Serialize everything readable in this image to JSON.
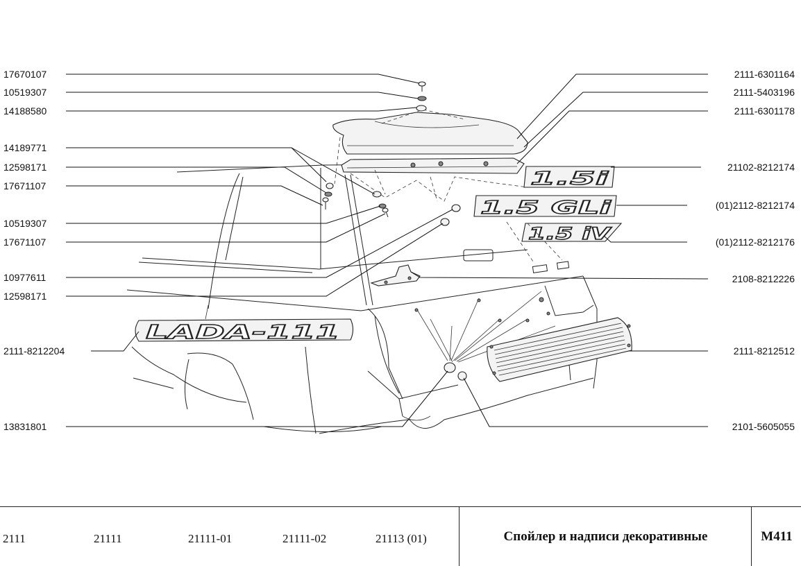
{
  "left_labels": [
    "17670107",
    "10519307",
    "14188580",
    "14189771",
    "12598171",
    "17671107",
    "10519307",
    "17671107",
    "10977611",
    "12598171",
    "2111-8212204",
    "13831801"
  ],
  "right_labels": [
    "2111-6301164",
    "2111-5403196",
    "2111-6301178",
    "21102-8212174",
    "(01)2112-8212174",
    "(01)2112-8212176",
    "2108-8212226",
    "2111-8212512",
    "2101-5605055"
  ],
  "badges": {
    "lada": "LADA-111",
    "b1": "1.5i",
    "b2": "1.5 GLi",
    "b3": "1.5 iV"
  },
  "footer": {
    "models": [
      "2111",
      "21111",
      "21111-01",
      "21111-02",
      "21113 (01)"
    ],
    "title": "Спойлер и надписи декоративные",
    "code": "M411"
  }
}
